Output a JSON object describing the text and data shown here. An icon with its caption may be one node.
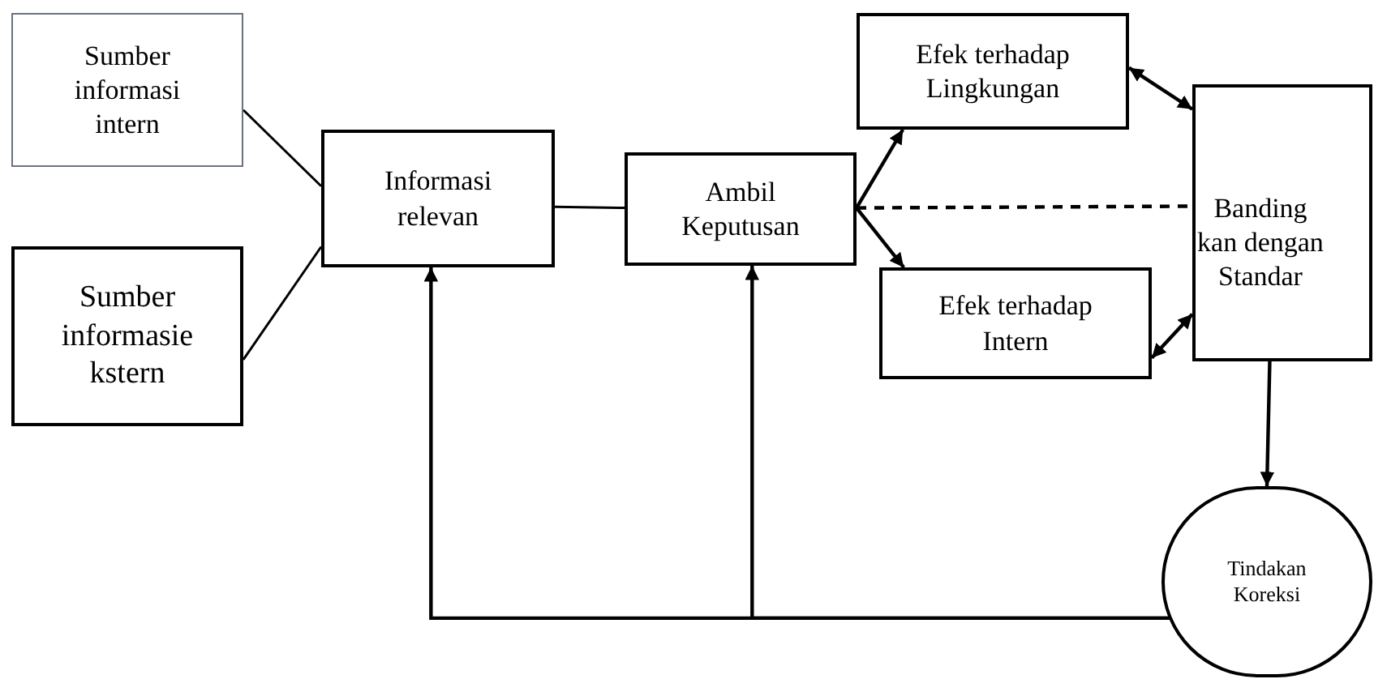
{
  "diagram": {
    "nodes": [
      {
        "text": [
          "Sumber informasi intern"
        ]
      },
      {
        "text": [
          "Sumber informasie kstern"
        ]
      },
      {
        "text": [
          "Informasi relevan"
        ]
      },
      {
        "text": [
          "Ambil Keputusan"
        ]
      },
      {
        "text": [
          "Efek terhadap Lingkungan"
        ]
      },
      {
        "text": [
          "Efek terhadap Intern"
        ]
      },
      {
        "text": [
          "Banding kan dengan Standar"
        ]
      },
      {
        "text": [
          "Tindakan Koreksi"
        ]
      }
    ],
    "edges": [
      {
        "from": 0,
        "to": 2,
        "arrow": "none"
      },
      {
        "from": 1,
        "to": 2,
        "arrow": "none"
      },
      {
        "from": 2,
        "to": 3,
        "arrow": "none"
      },
      {
        "from": 3,
        "to": 4,
        "arrow": "to"
      },
      {
        "from": 3,
        "to": 5,
        "arrow": "to"
      },
      {
        "from": 3,
        "to": 6,
        "arrow": "none",
        "style": "dashed"
      },
      {
        "from": 4,
        "to": 6,
        "arrow": "both"
      },
      {
        "from": 5,
        "to": 6,
        "arrow": "both"
      },
      {
        "from": 6,
        "to": 7,
        "arrow": "to"
      },
      {
        "from": 7,
        "to": 2,
        "arrow": "to"
      },
      {
        "from": 7,
        "to": 3,
        "arrow": "to"
      }
    ]
  }
}
